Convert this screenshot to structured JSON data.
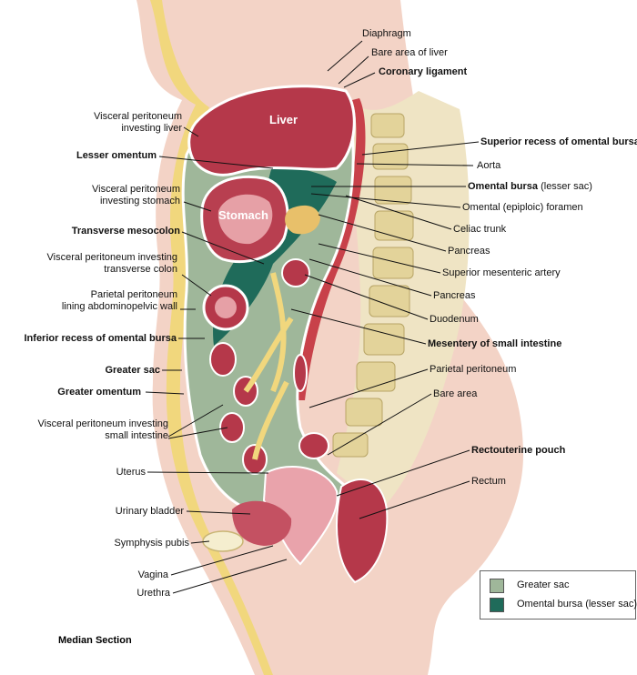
{
  "organs": {
    "liver": "Liver",
    "stomach": "Stomach"
  },
  "labels_left": {
    "visceral_liver": "Visceral peritoneum\ninvesting liver",
    "lesser_omentum": "Lesser omentum",
    "visceral_stomach": "Visceral peritoneum\ninvesting stomach",
    "transverse_mesocolon": "Transverse mesocolon",
    "visceral_transverse_colon": "Visceral peritoneum investing\ntransverse colon",
    "parietal_lining": "Parietal peritoneum\nlining abdominopelvic wall",
    "inferior_recess": "Inferior recess of omental bursa",
    "greater_sac": "Greater sac",
    "greater_omentum": "Greater omentum",
    "visceral_small_intestine": "Visceral peritoneum investing\nsmall intestine",
    "uterus": "Uterus",
    "urinary_bladder": "Urinary bladder",
    "symphysis_pubis": "Symphysis pubis",
    "vagina": "Vagina",
    "urethra": "Urethra"
  },
  "labels_right": {
    "diaphragm": "Diaphragm",
    "bare_area_liver": "Bare area of liver",
    "coronary_ligament": "Coronary ligament",
    "superior_recess": "Superior recess of omental bursa",
    "aorta": "Aorta",
    "omental_bursa": "Omental bursa",
    "omental_bursa_note": " (lesser sac)",
    "omental_foramen": "Omental (epiploic) foramen",
    "celiac_trunk": "Celiac trunk",
    "pancreas_1": "Pancreas",
    "superior_mesenteric_artery": "Superior mesenteric artery",
    "pancreas_2": "Pancreas",
    "duodenum": "Duodenum",
    "mesentery_small_intestine": "Mesentery of small intestine",
    "parietal_peritoneum": "Parietal peritoneum",
    "bare_area": "Bare area",
    "rectouterine_pouch": "Rectouterine pouch",
    "rectum": "Rectum"
  },
  "legend": {
    "items": [
      {
        "label": "Greater sac",
        "color": "#9fb79a"
      },
      {
        "label": "Omental bursa (lesser sac)",
        "color": "#1f6b5a"
      }
    ]
  },
  "caption": "Median Section"
}
